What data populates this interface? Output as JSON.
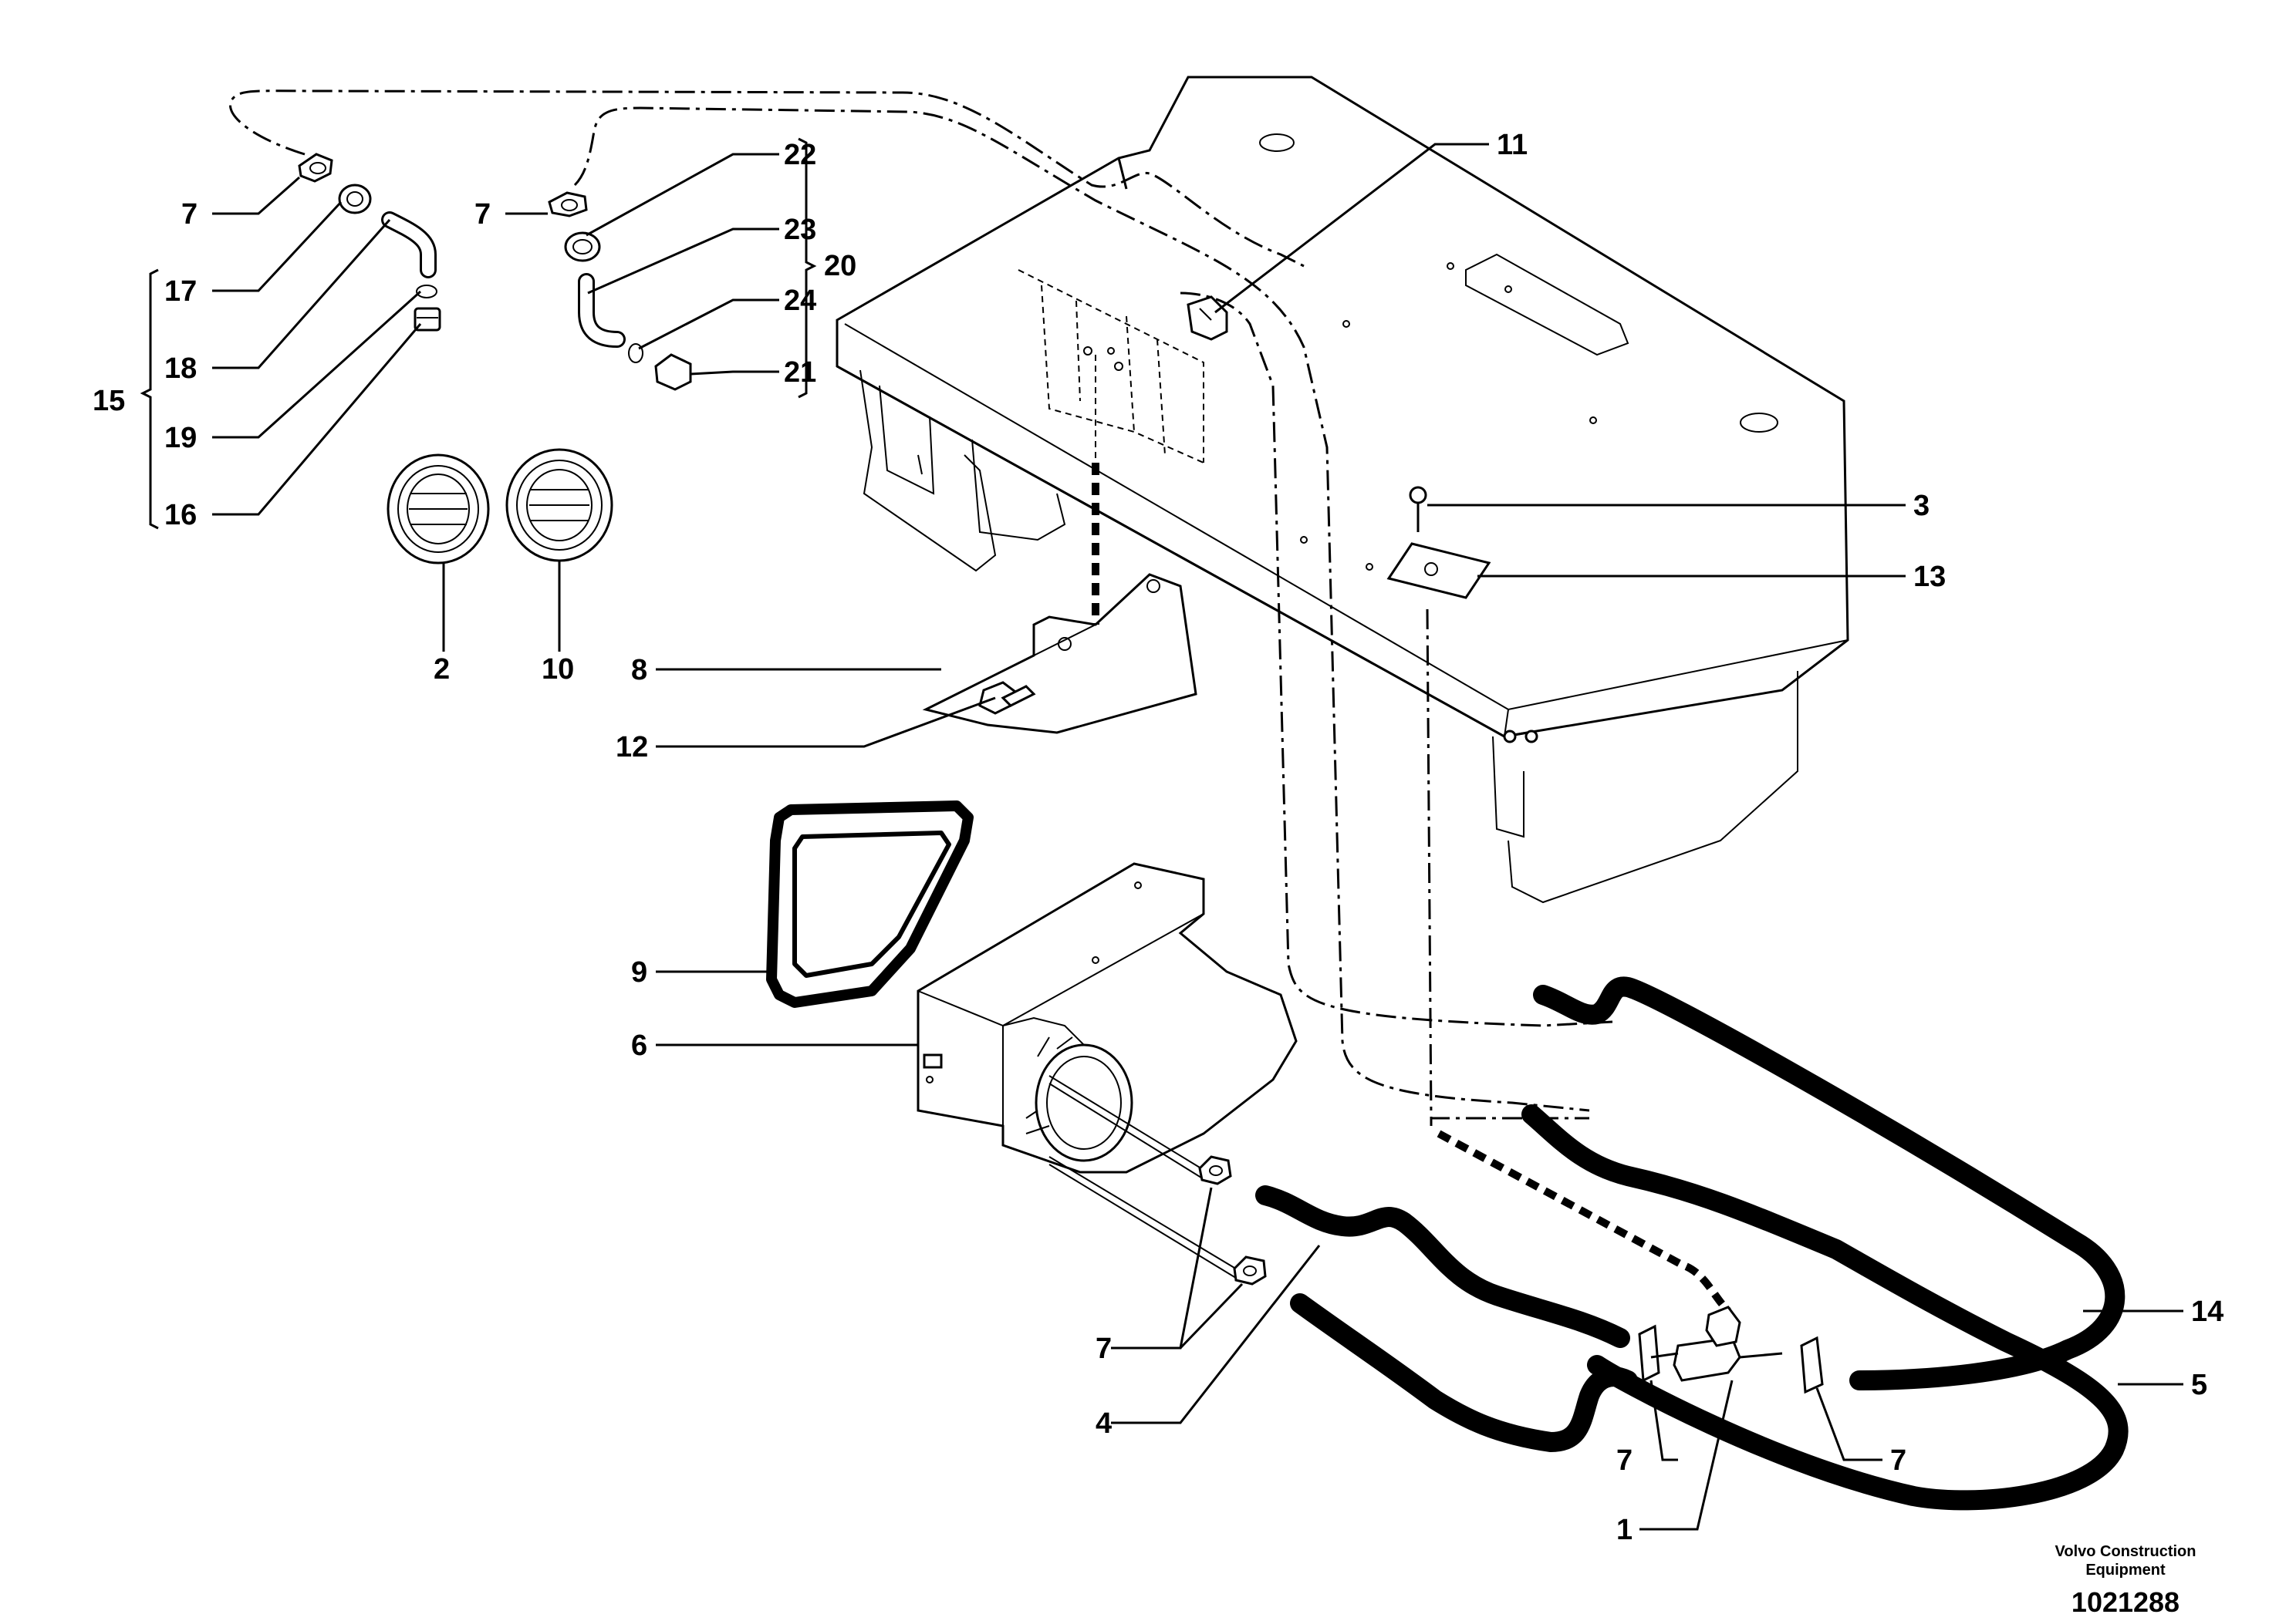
{
  "labels": {
    "l1": "1",
    "l2": "2",
    "l3": "3",
    "l4": "4",
    "l5": "5",
    "l6": "6",
    "l7": "7",
    "l8": "8",
    "l9": "9",
    "l10": "10",
    "l11": "11",
    "l12": "12",
    "l13": "13",
    "l14": "14",
    "l15": "15",
    "l16": "16",
    "l17": "17",
    "l18": "18",
    "l19": "19",
    "l20": "20",
    "l21": "21",
    "l22": "22",
    "l23": "23",
    "l24": "24"
  },
  "credit": {
    "line1": "Volvo Construction",
    "line2": "Equipment"
  },
  "doc_number": "1021288"
}
